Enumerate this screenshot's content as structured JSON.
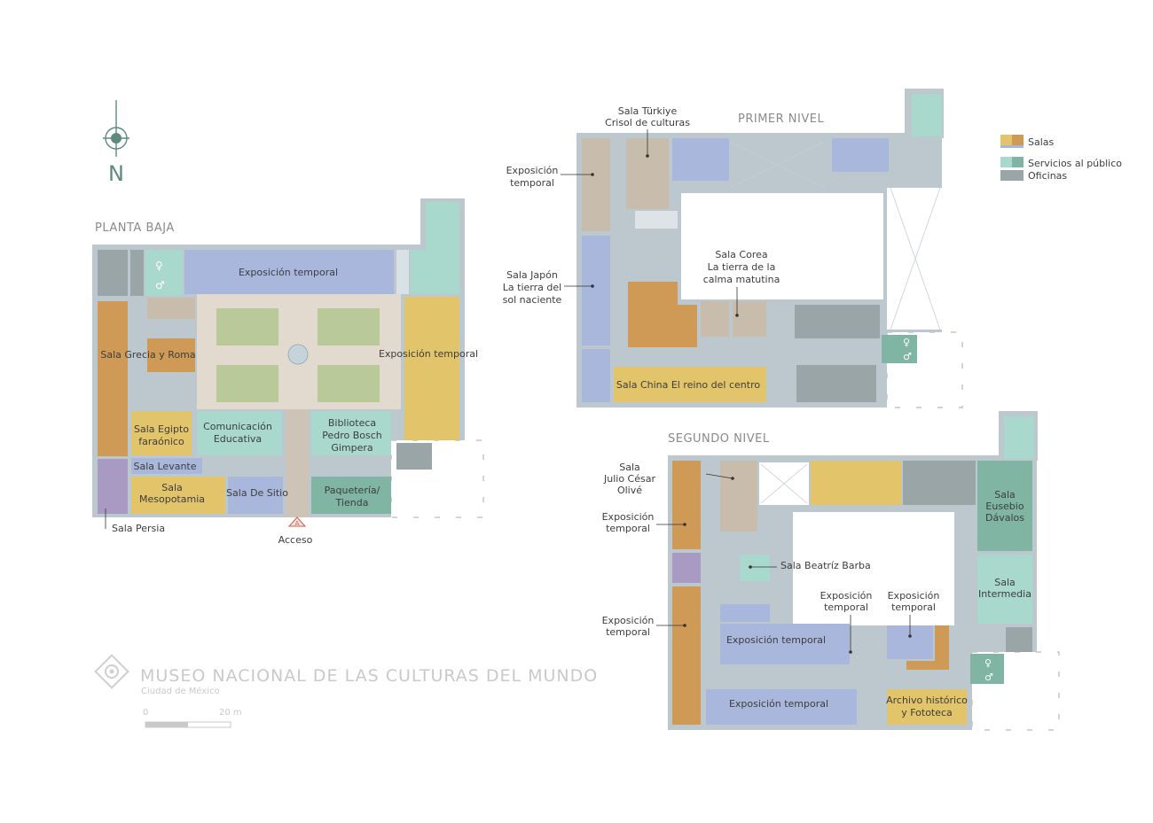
{
  "colors": {
    "sala_gold": "#e2c46a",
    "sala_orange": "#cf9a55",
    "sala_blue": "#a9b7dc",
    "sala_purple": "#a99ac4",
    "sala_taupe": "#c8bcac",
    "servicio_mint": "#a9d9cc",
    "servicio_teal": "#7fb5a2",
    "oficina_gray": "#9aa5a7",
    "patio_green": "#b9c99a",
    "patio_floor": "#e2d9cf",
    "wall": "#bcc7ce"
  },
  "compass": {
    "label": "N"
  },
  "legend": {
    "items": [
      {
        "label": "Salas",
        "colors": [
          "#e2c46a",
          "#a9b7dc"
        ]
      },
      {
        "label": "Servicios al público",
        "colors": [
          "#a9d9cc",
          "#7fb5a2"
        ]
      },
      {
        "label": "Oficinas",
        "colors": [
          "#9aa5a7"
        ]
      }
    ]
  },
  "planta_baja": {
    "title": "PLANTA BAJA",
    "rooms": {
      "expo_norte": "Exposición temporal",
      "expo_este": "Exposición temporal",
      "grecia_roma": "Sala Grecia y Roma",
      "egipto": [
        "Sala Egipto",
        "faraónico"
      ],
      "comunicacion": [
        "Comunicación",
        "Educativa"
      ],
      "biblioteca": [
        "Biblioteca",
        "Pedro Bosch",
        "Gimpera"
      ],
      "levante": "Sala Levante",
      "mesopotamia": [
        "Sala",
        "Mesopotamia"
      ],
      "de_sitio": "Sala De Sitio",
      "paqueteria": [
        "Paquetería/",
        "Tienda"
      ],
      "persia": "Sala Persia"
    },
    "access": {
      "icon": "A",
      "label": "Acceso"
    }
  },
  "primer_nivel": {
    "title": "PRIMER NIVEL",
    "rooms": {
      "turkiye": [
        "Sala Türkiye",
        "Crisol de culturas"
      ],
      "expo": [
        "Exposición",
        "temporal"
      ],
      "japon": [
        "Sala Japón",
        "La tierra del",
        "sol naciente"
      ],
      "corea": [
        "Sala Corea",
        "La tierra de la",
        "calma matutina"
      ],
      "china": "Sala China El reino del centro"
    }
  },
  "segundo_nivel": {
    "title": "SEGUNDO NIVEL",
    "rooms": {
      "olive": [
        "Sala",
        "Julio César",
        "Olivé"
      ],
      "expo_oeste1": [
        "Exposición",
        "temporal"
      ],
      "expo_oeste2": [
        "Exposición",
        "temporal"
      ],
      "eusebio": [
        "Sala",
        "Eusebio",
        "Dávalos"
      ],
      "intermedia": [
        "Sala",
        "Intermedia"
      ],
      "beatriz": "Sala Beatríz Barba",
      "expo_centro1": [
        "Exposición",
        "temporal"
      ],
      "expo_centro2": [
        "Exposición",
        "temporal"
      ],
      "expo_sur_a": "Exposición temporal",
      "expo_sur_b": "Exposición temporal",
      "archivo": [
        "Archivo histórico",
        "y Fototeca"
      ]
    }
  },
  "museum": {
    "name": "MUSEO NACIONAL DE LAS CULTURAS DEL MUNDO",
    "city": "Ciudad de México"
  },
  "scale": {
    "start": "0",
    "end": "20 m"
  }
}
